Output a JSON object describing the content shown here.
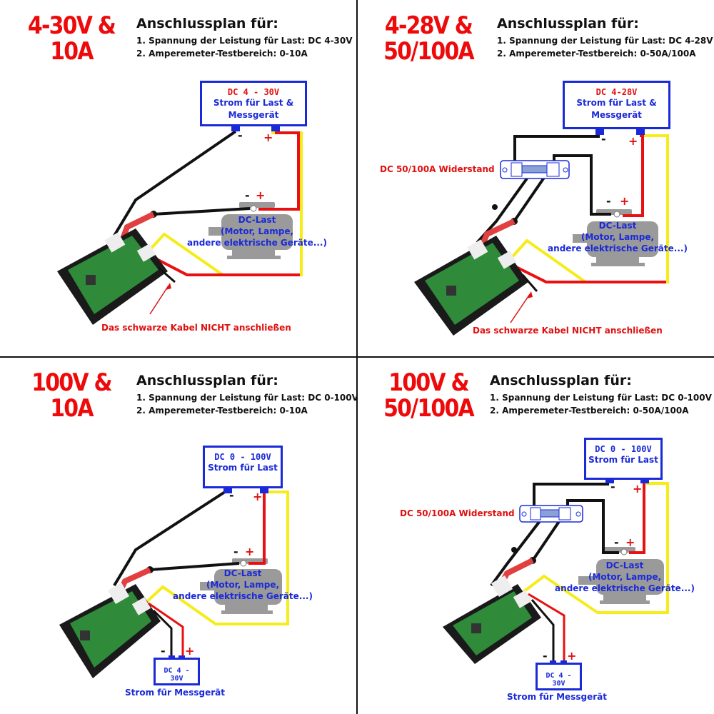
{
  "panels": [
    {
      "title_line1": "4-30V &",
      "title_line2": "10A",
      "heading": "Anschlussplan für:",
      "line1": "1. Spannung der Leistung für Last: DC 4-30V",
      "line2": "2. Amperemeter-Testbereich: 0-10A",
      "psu_voltage": "DC 4 - 30V",
      "psu_desc_1": "Strom für Last &",
      "psu_desc_2": "Messgerät",
      "load_title": "DC-Last",
      "load_desc_1": "(Motor, Lampe,",
      "load_desc_2": "andere elektrische Geräte...)",
      "warning": "Das schwarze Kabel NICHT anschließen",
      "plus": "+",
      "minus": "-"
    },
    {
      "title_line1": "4-28V &",
      "title_line2": "50/100A",
      "heading": "Anschlussplan für:",
      "line1": "1. Spannung der Leistung für Last: DC 4-28V",
      "line2": "2. Amperemeter-Testbereich: 0-50A/100A",
      "psu_voltage": "DC 4-28V",
      "psu_desc_1": "Strom für Last &",
      "psu_desc_2": "Messgerät",
      "shunt_label": "DC 50/100A Widerstand",
      "load_title": "DC-Last",
      "load_desc_1": "(Motor, Lampe,",
      "load_desc_2": "andere elektrische Geräte...)",
      "warning": "Das schwarze Kabel NICHT anschließen",
      "plus": "+",
      "minus": "-"
    },
    {
      "title_line1": "100V &",
      "title_line2": "10A",
      "heading": "Anschlussplan für:",
      "line1": "1. Spannung der Leistung für Last: DC 0-100V",
      "line2": "2. Amperemeter-Testbereich: 0-10A",
      "psu_voltage": "DC 0 - 100V",
      "psu_desc_1": "Strom für Last",
      "load_title": "DC-Last",
      "load_desc_1": "(Motor, Lampe,",
      "load_desc_2": "andere elektrische Geräte...)",
      "meter_psu_voltage": "DC 4 - 30V",
      "meter_psu_label": "Strom für Messgerät",
      "plus": "+",
      "minus": "-"
    },
    {
      "title_line1": "100V &",
      "title_line2": "50/100A",
      "heading": "Anschlussplan für:",
      "line1": "1. Spannung der Leistung für Last: DC 0-100V",
      "line2": "2. Amperemeter-Testbereich: 0-50A/100A",
      "psu_voltage": "DC 0 - 100V",
      "psu_desc_1": "Strom für Last",
      "shunt_label": "DC 50/100A Widerstand",
      "load_title": "DC-Last",
      "load_desc_1": "(Motor, Lampe,",
      "load_desc_2": "andere elektrische Geräte...)",
      "meter_psu_voltage": "DC 4 - 30V",
      "meter_psu_label": "Strom für Messgerät",
      "plus": "+",
      "minus": "-"
    }
  ],
  "colors": {
    "title_red": "#ee0a0a",
    "label_blue": "#1a2ad8",
    "wire_red": "#e81010",
    "wire_yellow": "#f5ec1a",
    "wire_black": "#111111",
    "motor_gray": "#9a9a9a",
    "pcb_green": "#2f8a3a"
  }
}
